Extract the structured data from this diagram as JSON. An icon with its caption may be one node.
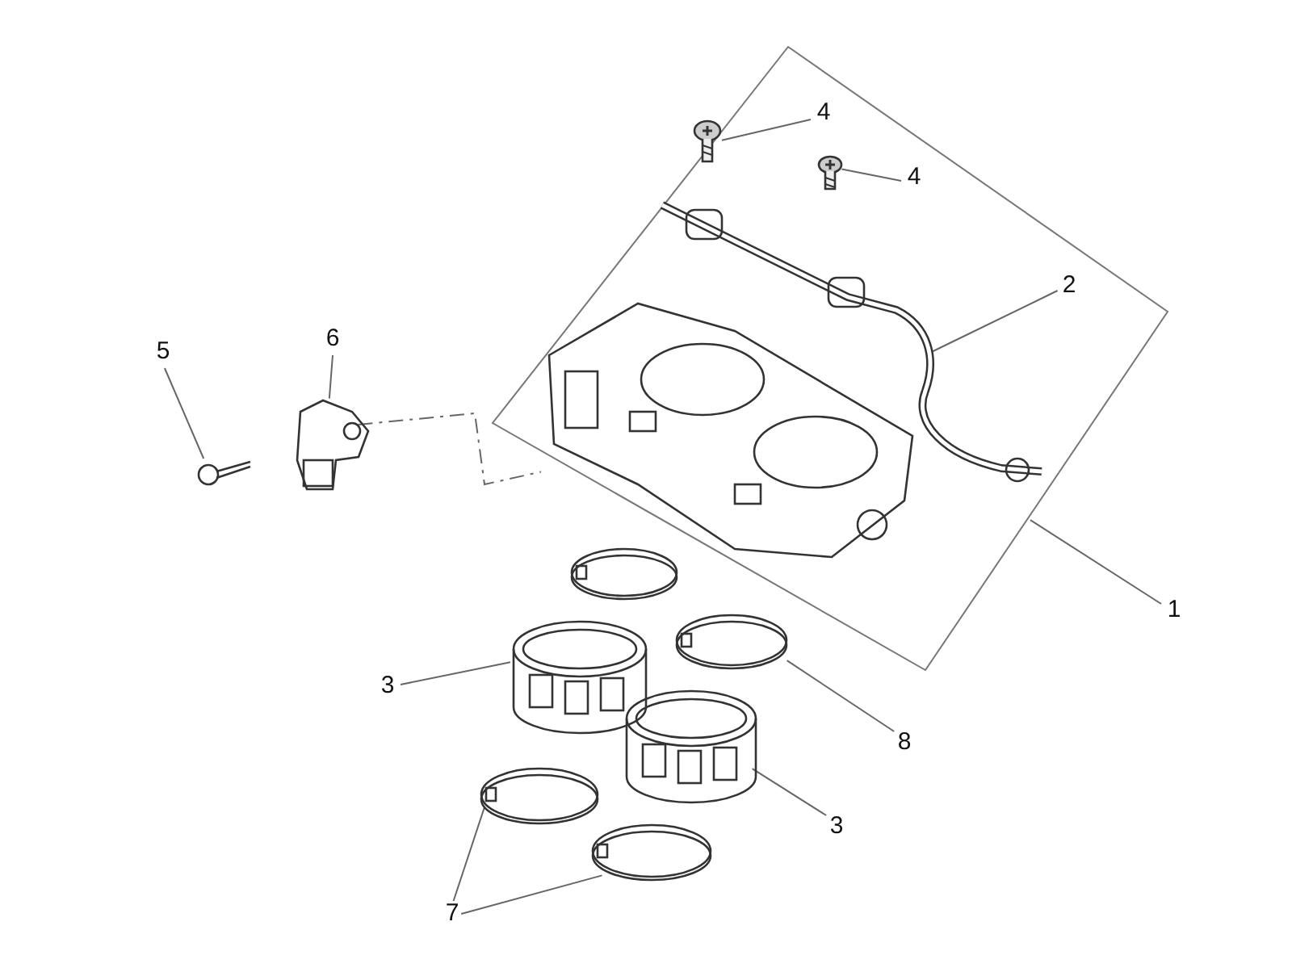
{
  "diagram": {
    "nodes": [
      {
        "text": [],
        "shape": "box"
      },
      {
        "text": [],
        "shape": "picture",
        "in": 0
      },
      {
        "text": [],
        "shape": "picture",
        "in": 0
      },
      {
        "text": [],
        "shape": "picture",
        "in": 0
      },
      {
        "text": [],
        "shape": "picture",
        "in": 0
      },
      {
        "text": [],
        "shape": "picture"
      },
      {
        "text": [],
        "shape": "picture"
      },
      {
        "text": [],
        "shape": "picture"
      },
      {
        "text": [],
        "shape": "picture"
      },
      {
        "text": [],
        "shape": "picture"
      },
      {
        "text": [],
        "shape": "picture"
      },
      {
        "text": [],
        "shape": "picture"
      },
      {
        "text": [],
        "shape": "picture"
      },
      {
        "text": [
          "4"
        ],
        "in": 0
      },
      {
        "text": [
          "4"
        ],
        "in": 0
      },
      {
        "text": [
          "2"
        ],
        "in": 0
      },
      {
        "text": [
          "6"
        ]
      },
      {
        "text": [
          "5"
        ]
      },
      {
        "text": [
          "1"
        ]
      },
      {
        "text": [
          "3"
        ]
      },
      {
        "text": [
          "8"
        ]
      },
      {
        "text": [
          "3"
        ]
      },
      {
        "text": [
          "7"
        ]
      }
    ],
    "edges": [
      {
        "from": 13,
        "to": 1,
        "arrow": "none"
      },
      {
        "from": 14,
        "to": 2,
        "arrow": "none"
      },
      {
        "from": 15,
        "to": 3,
        "arrow": "none"
      },
      {
        "from": 16,
        "to": 5,
        "arrow": "none"
      },
      {
        "from": 17,
        "to": 6,
        "arrow": "none"
      },
      {
        "from": 18,
        "to": 0,
        "arrow": "none"
      },
      {
        "from": 19,
        "to": 9,
        "arrow": "none"
      },
      {
        "from": 20,
        "to": 8,
        "arrow": "none"
      },
      {
        "from": 21,
        "to": 10,
        "arrow": "none"
      },
      {
        "from": 22,
        "to": 11,
        "arrow": "none"
      },
      {
        "from": 22,
        "to": 12,
        "arrow": "none"
      },
      {
        "from": 5,
        "to": 4,
        "arrow": "none",
        "style": "dashed"
      }
    ]
  }
}
